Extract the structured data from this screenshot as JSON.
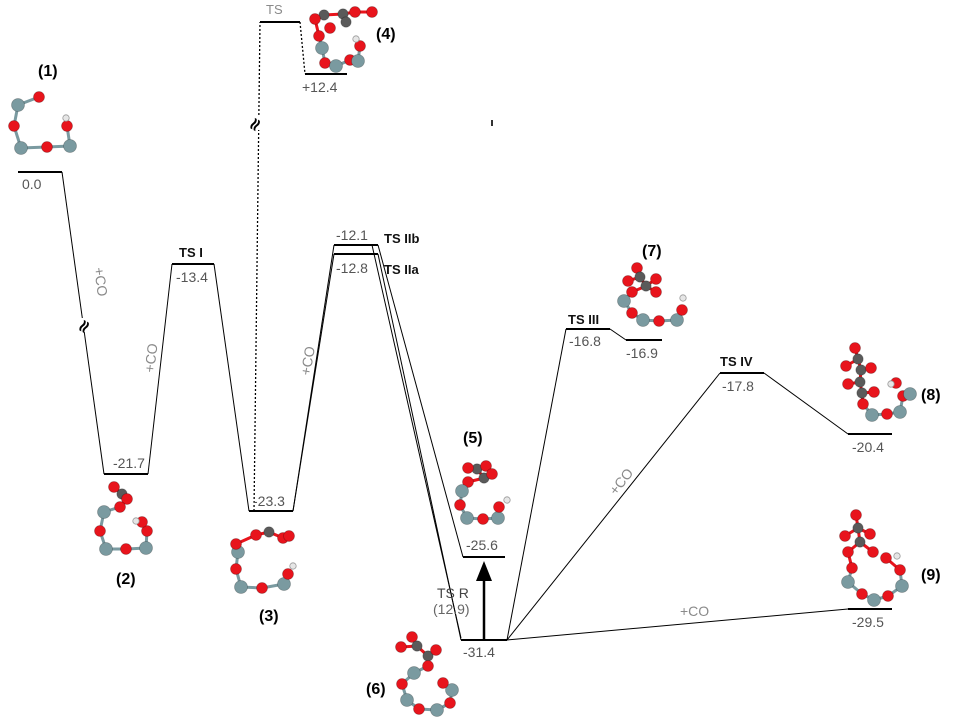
{
  "colors": {
    "O": "#e8141c",
    "C": "#5a5a5a",
    "Si": "#7a9aa0",
    "H": "#e6e6e6",
    "bond_Si": "#7a9aa0",
    "bond_O": "#e8141c"
  },
  "levels": {
    "l1": "0.0",
    "l2": "-21.7",
    "tsI": "-13.4",
    "l3": "-23.3",
    "ts": "TS",
    "l4": "+12.4",
    "tsIIb": "-12.1",
    "tsIIa": "-12.8",
    "l5": "-25.6",
    "l6": "-31.4",
    "tsIII": "-16.8",
    "l7": "-16.9",
    "tsIV": "-17.8",
    "l8": "-20.4",
    "l9": "-29.5"
  },
  "ts_labels": {
    "tsI": "TS I",
    "tsIIb": "TS IIb",
    "tsIIa": "TS IIa",
    "tsIII": "TS III",
    "tsIV": "TS IV",
    "tsR": "TS R",
    "tsR_value": "(12.9)"
  },
  "co_labels": {
    "co1": "+CO",
    "co2": "+CO",
    "co3": "+CO",
    "co4": "+CO",
    "co5": "+CO"
  },
  "species": {
    "s1": "(1)",
    "s2": "(2)",
    "s3": "(3)",
    "s4": "(4)",
    "s5": "(5)",
    "s6": "(6)",
    "s7": "(7)",
    "s8": "(8)",
    "s9": "(9)"
  },
  "break_marks": {
    "b1": "≈",
    "b2": "≈"
  }
}
